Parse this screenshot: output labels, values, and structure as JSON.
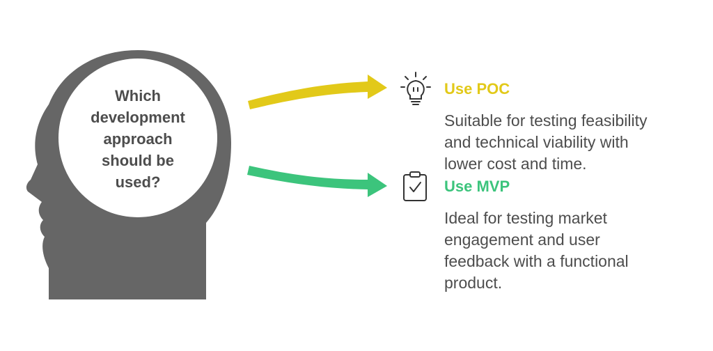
{
  "question": {
    "lines": [
      "Which",
      "development",
      "approach",
      "should be",
      "used?"
    ]
  },
  "options": [
    {
      "title": "Use POC",
      "icon": "lightbulb-icon",
      "color": "#e2c919",
      "description": [
        "Suitable for testing feasibility",
        "and technical viability with",
        "lower cost and time."
      ]
    },
    {
      "title": "Use MVP",
      "icon": "clipboard-check-icon",
      "color": "#3cc47c",
      "description": [
        "Ideal for testing market",
        "engagement and user",
        "feedback with a functional",
        "product."
      ]
    }
  ],
  "colors": {
    "head": "#666666",
    "head_inner": "#ffffff",
    "text": "#4d4d4d"
  }
}
